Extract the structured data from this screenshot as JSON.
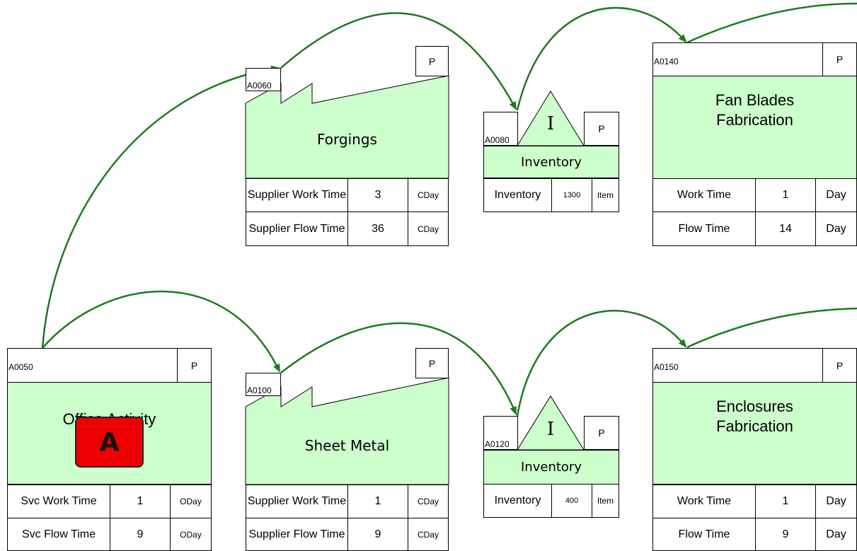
{
  "colors": {
    "fill": "#ccffcc",
    "arrow": "#1f7a1f",
    "badge": "#ee0000"
  },
  "nodes": {
    "forgings": {
      "id": "A0060",
      "p": "P",
      "title": "Forgings",
      "rows": [
        {
          "label": "Supplier Work Time",
          "value": "3",
          "unit": "CDay"
        },
        {
          "label": "Supplier Flow Time",
          "value": "36",
          "unit": "CDay"
        }
      ]
    },
    "inventory1": {
      "id": "A0080",
      "p": "P",
      "icon": "I",
      "title": "Inventory",
      "row": {
        "label": "Inventory",
        "value": "1300",
        "unit": "Item"
      }
    },
    "fan_blades": {
      "id": "A0140",
      "p": "P",
      "title_l1": "Fan Blades",
      "title_l2": "Fabrication",
      "rows": [
        {
          "label": "Work Time",
          "value": "1",
          "unit": "Day"
        },
        {
          "label": "Flow Time",
          "value": "14",
          "unit": "Day"
        }
      ]
    },
    "office": {
      "id": "A0050",
      "p": "P",
      "title": "Office Activity",
      "badge": "A",
      "rows": [
        {
          "label": "Svc Work Time",
          "value": "1",
          "unit": "ODay"
        },
        {
          "label": "Svc Flow Time",
          "value": "9",
          "unit": "ODay"
        }
      ]
    },
    "sheet_metal": {
      "id": "A0100",
      "p": "P",
      "title": "Sheet Metal",
      "rows": [
        {
          "label": "Supplier Work Time",
          "value": "1",
          "unit": "CDay"
        },
        {
          "label": "Supplier Flow Time",
          "value": "9",
          "unit": "CDay"
        }
      ]
    },
    "inventory2": {
      "id": "A0120",
      "p": "P",
      "icon": "I",
      "title": "Inventory",
      "row": {
        "label": "Inventory",
        "value": "400",
        "unit": "Item"
      }
    },
    "enclosures": {
      "id": "A0150",
      "p": "P",
      "title_l1": "Enclosures",
      "title_l2": "Fabrication",
      "rows": [
        {
          "label": "Work Time",
          "value": "1",
          "unit": "Day"
        },
        {
          "label": "Flow Time",
          "value": "9",
          "unit": "Day"
        }
      ]
    }
  }
}
